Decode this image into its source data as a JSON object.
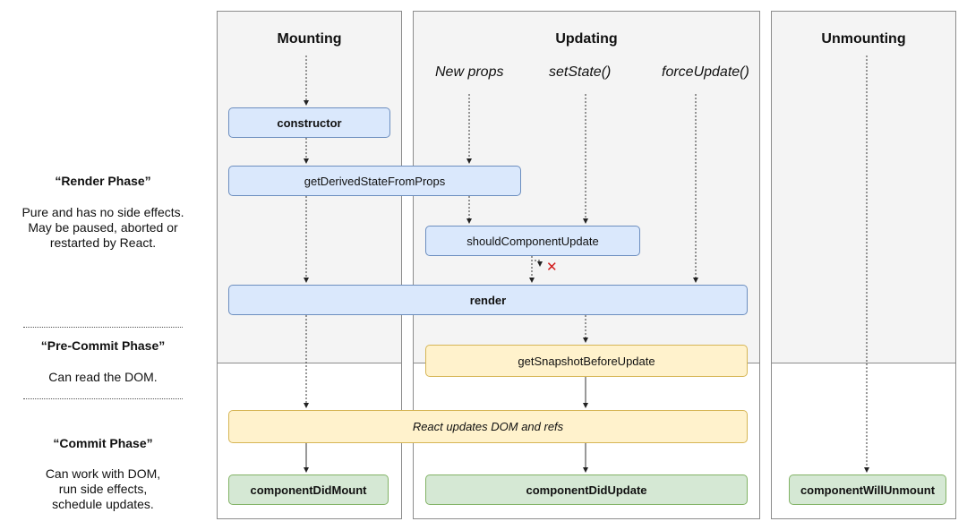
{
  "columns": {
    "mounting": "Mounting",
    "updating": "Updating",
    "unmounting": "Unmounting"
  },
  "triggers": {
    "new_props": "New props",
    "set_state": "setState()",
    "force_update": "forceUpdate()"
  },
  "methods": {
    "constructor": "constructor",
    "get_derived_state": "getDerivedStateFromProps",
    "should_component_update": "shouldComponentUpdate",
    "render": "render",
    "get_snapshot": "getSnapshotBeforeUpdate",
    "react_updates_dom": "React updates DOM and refs",
    "component_did_mount": "componentDidMount",
    "component_did_update": "componentDidUpdate",
    "component_will_unmount": "componentWillUnmount"
  },
  "phases": {
    "render": {
      "title": "“Render Phase”",
      "desc": [
        "Pure and has no side effects.",
        "May be paused, aborted or",
        "restarted by React."
      ]
    },
    "pre_commit": {
      "title": "“Pre-Commit Phase”",
      "desc": [
        "Can read the DOM."
      ]
    },
    "commit": {
      "title": "“Commit Phase”",
      "desc": [
        "Can work with DOM,",
        "run side effects,",
        "schedule updates."
      ]
    }
  },
  "colors": {
    "blue_fill": "#dae8fc",
    "yellow_fill": "#fff2cc",
    "green_fill": "#d5e8d4",
    "cross_red": "#d11a1a"
  }
}
